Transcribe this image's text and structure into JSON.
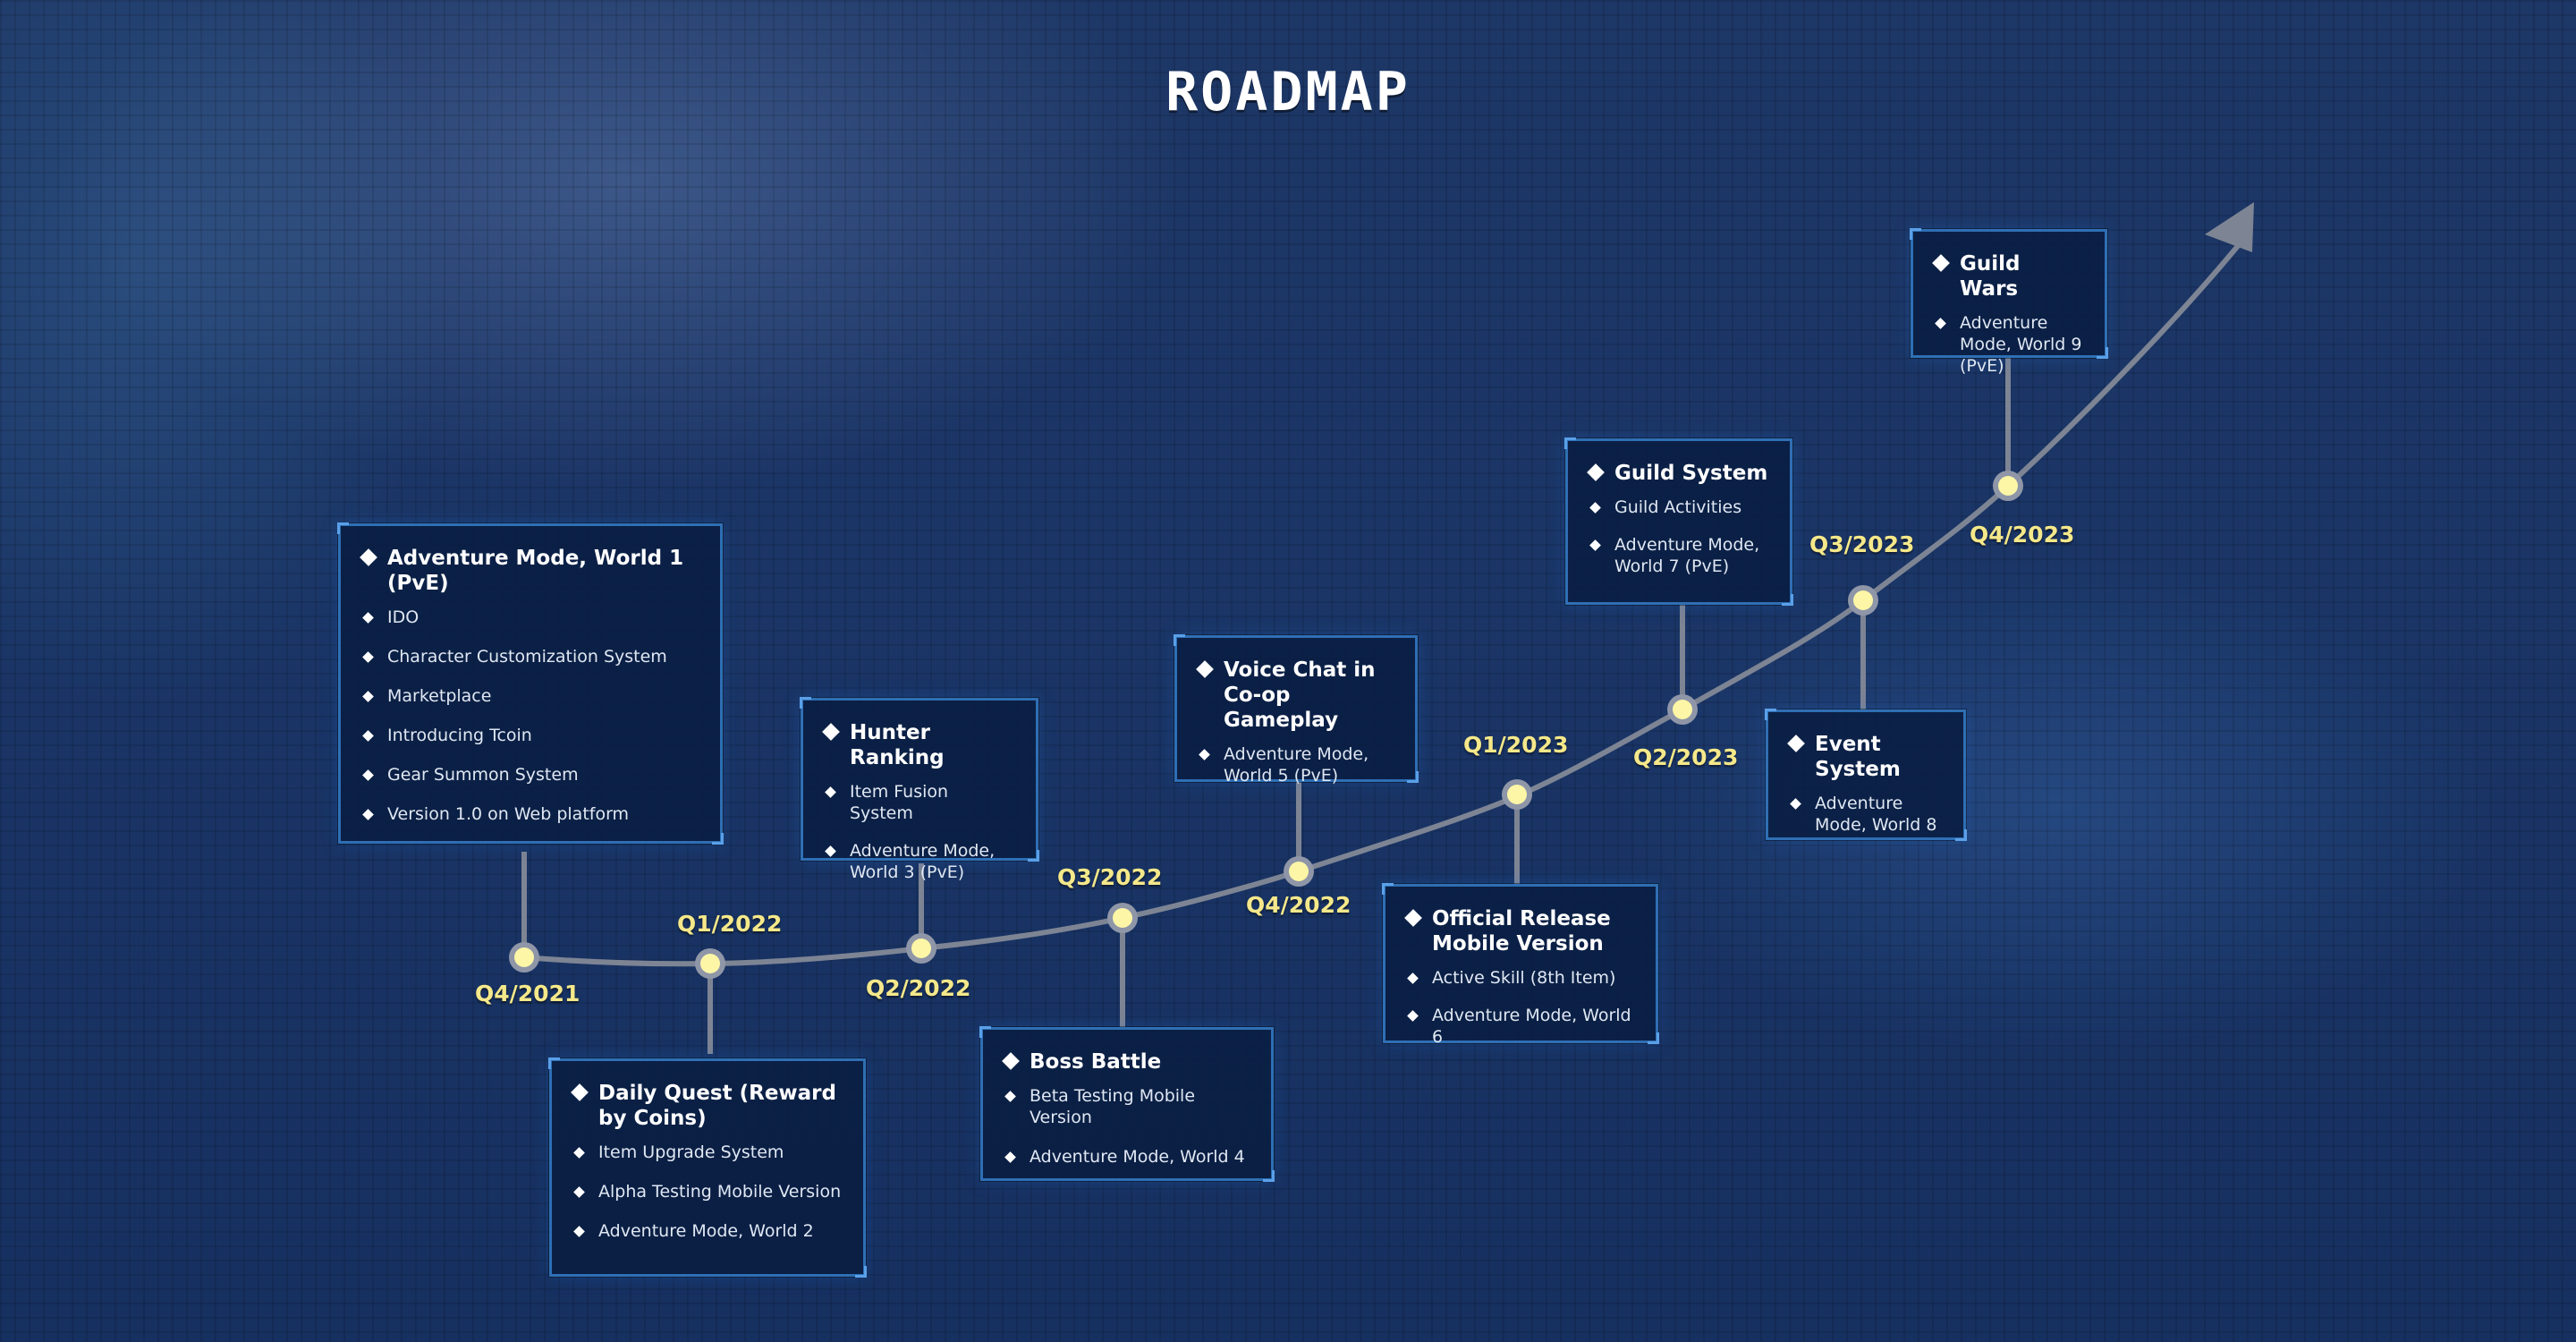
{
  "title": "ROADMAP",
  "colors": {
    "node": "#fcf6a6",
    "node_ring": "#8f96a8",
    "line": "#7d8494",
    "card_border": "#2f6fb4",
    "card_bg": "#0a1e42",
    "quarter_label": "#f5e88a"
  },
  "quarters": {
    "q4_2021": "Q4/2021",
    "q1_2022": "Q1/2022",
    "q2_2022": "Q2/2022",
    "q3_2022": "Q3/2022",
    "q4_2022": "Q4/2022",
    "q1_2023": "Q1/2023",
    "q2_2023": "Q2/2023",
    "q3_2023": "Q3/2023",
    "q4_2023": "Q4/2023"
  },
  "cards": {
    "q4_2021": {
      "title": "Adventure Mode, World 1 (PvE)",
      "items": [
        "IDO",
        "Character Customization System",
        "Marketplace",
        "Introducing Tcoin",
        "Gear Summon System",
        "Version 1.0 on Web platform"
      ]
    },
    "q1_2022": {
      "title": "Daily Quest (Reward by Coins)",
      "items": [
        "Item Upgrade System",
        "Alpha Testing Mobile Version",
        "Adventure Mode, World 2"
      ]
    },
    "q2_2022": {
      "title": "Hunter Ranking",
      "items": [
        "Item Fusion System",
        "Adventure Mode, World 3 (PvE)"
      ]
    },
    "q3_2022": {
      "title": "Boss Battle",
      "items": [
        "Beta Testing Mobile Version",
        "Adventure Mode, World 4"
      ]
    },
    "q4_2022": {
      "title": "Voice Chat in Co-op Gameplay",
      "items": [
        "Adventure Mode, World 5 (PvE)"
      ]
    },
    "q1_2023": {
      "title": "Official Release Mobile Version",
      "items": [
        "Active Skill (8th Item)",
        "Adventure Mode, World 6"
      ]
    },
    "q2_2023": {
      "title": "Guild System",
      "items": [
        "Guild Activities",
        "Adventure Mode, World 7 (PvE)"
      ]
    },
    "q3_2023": {
      "title": "Event System",
      "items": [
        "Adventure Mode, World 8"
      ]
    },
    "q4_2023": {
      "title": "Guild Wars",
      "items": [
        "Adventure Mode, World 9 (PvE)"
      ]
    }
  }
}
